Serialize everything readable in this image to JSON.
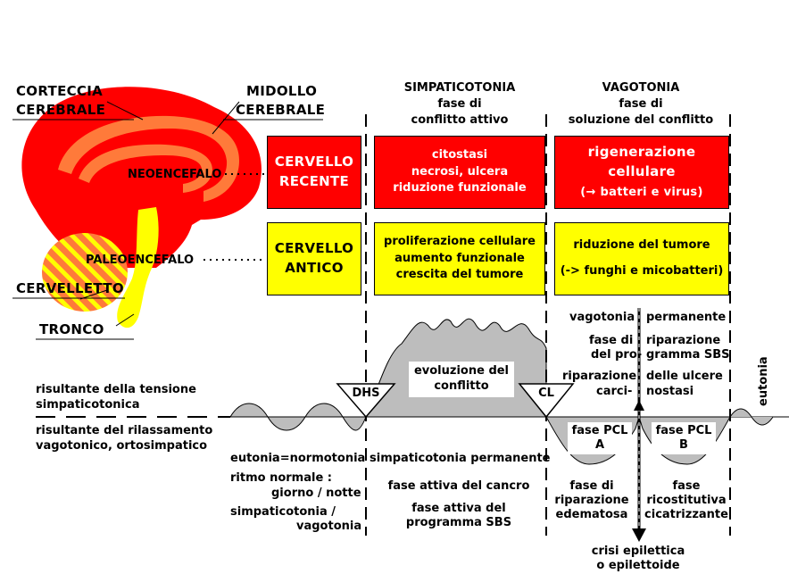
{
  "brain": {
    "cortex_label": [
      "CORTECCIA",
      "CEREBRALE"
    ],
    "medulla_label": [
      "MIDOLLO",
      "CEREBRALE"
    ],
    "neo_label": "NEOENCEFALO",
    "paleo_label": "PALEOENCEFALO",
    "cerebellum_label": "CERVELLETTO",
    "trunk_label": "TRONCO"
  },
  "columns": {
    "simpatico": {
      "title": "SIMPATICOTONIA",
      "sub1": "fase di",
      "sub2": "conflitto attivo"
    },
    "vago": {
      "title": "VAGOTONIA",
      "sub1": "fase di",
      "sub2": "soluzione del conflitto"
    }
  },
  "rows": {
    "recente": {
      "label": [
        "CERVELLO",
        "RECENTE"
      ],
      "simpatico": [
        "citostasi",
        "necrosi, ulcera",
        "riduzione funzionale"
      ],
      "vago": [
        "rigenerazione",
        "cellulare",
        "(→ batteri e virus)"
      ]
    },
    "antico": {
      "label": [
        "CERVELLO",
        "ANTICO"
      ],
      "simpatico": [
        "proliferazione cellulare",
        "aumento funzionale",
        "crescita del tumore"
      ],
      "vago": [
        "riduzione del tumore",
        "(-> funghi e micobatteri)"
      ]
    }
  },
  "graph": {
    "left_top": [
      "risultante della tensione",
      "simpaticotonica"
    ],
    "left_bottom": [
      "risultante del rilassamento",
      "vagotonico, ortosimpatico"
    ],
    "dhs": "DHS",
    "cl": "CL",
    "evolution": [
      "evoluzione del",
      "conflitto"
    ],
    "vago_perm": [
      "vagotonia",
      "permanente"
    ],
    "fase_di_pro": [
      "fase di",
      "del pro-"
    ],
    "riparazione_programma": [
      "riparazione",
      "gramma SBS"
    ],
    "riparazione_carci": [
      "riparazione",
      "carci-"
    ],
    "ulcere": [
      "delle ulcere",
      "nostasi"
    ],
    "pcl_a": [
      "fase PCL",
      "A"
    ],
    "pcl_b": [
      "fase PCL",
      "B"
    ],
    "eutonia": "eutonia"
  },
  "bottom": {
    "left": [
      "eutonia=normotonia",
      "ritmo normale :",
      "giorno / notte",
      "simpaticotonia /",
      "vagotonia"
    ],
    "mid": [
      "simpaticotonia permanente",
      "fase attiva del cancro",
      "fase attiva del",
      "programma SBS"
    ],
    "right_a": [
      "fase di",
      "riparazione",
      "edematosa"
    ],
    "right_b": [
      "fase",
      "ricostitutiva",
      "cicatrizzante"
    ],
    "crisis": [
      "crisi epilettica",
      "o epilettoide"
    ]
  },
  "colors": {
    "red": "#ff0000",
    "orange": "#ff7a3a",
    "yellow": "#ffff00",
    "gray": "#bdbdbd"
  }
}
